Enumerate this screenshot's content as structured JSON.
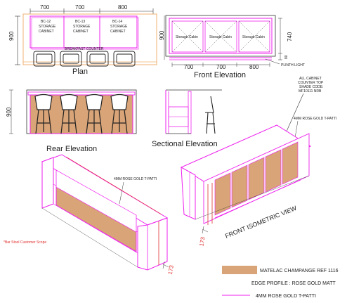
{
  "colors": {
    "magenta": "#ee22ee",
    "orange": "#f0b070",
    "red": "#e03030",
    "wood": "#d9a477",
    "line": "#333333"
  },
  "plan": {
    "title": "Plan",
    "dims": [
      "700",
      "700",
      "800"
    ],
    "height_dim": "900",
    "cabinets": [
      {
        "code": "BC-12",
        "line1": "STORAGE",
        "line2": "CABINET"
      },
      {
        "code": "BC-13",
        "line1": "STORAGE",
        "line2": "CABINET"
      },
      {
        "code": "BC-14",
        "line1": "STORAGE",
        "line2": "CABINET"
      }
    ],
    "counter_label": "BREAKFAST COUNTER"
  },
  "front_elevation": {
    "title": "Front Elevation",
    "dims": [
      "700",
      "700",
      "800"
    ],
    "height_dim": "900",
    "right_dim": "740",
    "plinth_dim": "80",
    "cabins": [
      "Storage Cabin",
      "Storage Cabin",
      "Storage Cabin"
    ],
    "plinth_label": "PLINTH LIGHT"
  },
  "rear_elevation": {
    "title": "Rear Elevation",
    "height_dim": "900"
  },
  "sectional_elevation": {
    "title": "Sectional Elevation"
  },
  "notes": {
    "cabinet_note": [
      "ALL CABINET",
      "COUNTER TOP",
      "SHADE CODE:",
      "MF10111 NRB"
    ],
    "tpatti_right": "4MM ROSE GOLD T-PATTI",
    "tpatti_left": "4MM ROSE GOLD T-PATTI",
    "bar_stool": "*Bar Stool Customer Scope",
    "front_iso": "FRONT ISOMETRIC VIEW",
    "dim_173_left": "173",
    "dim_173_right": "173"
  },
  "legend": {
    "items": [
      {
        "label": "MATELAC CHAMPANGE REF 1116"
      },
      {
        "label": "EDGE PROFILE : ROSE GOLD MATT"
      },
      {
        "label": "4MM  ROSE GOLD T-PATTI"
      }
    ]
  }
}
